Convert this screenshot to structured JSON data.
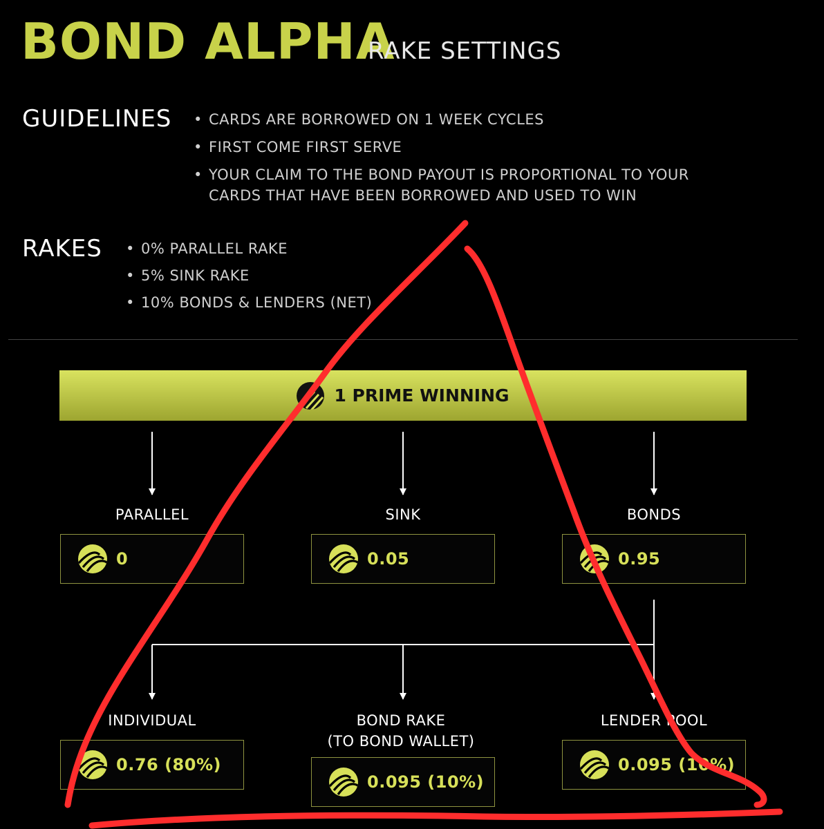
{
  "header": {
    "title": "BOND ALPHA",
    "subtitle": "RAKE SETTINGS"
  },
  "guidelines": {
    "label": "GUIDELINES",
    "items": [
      "CARDS ARE BORROWED ON 1 WEEK CYCLES",
      "FIRST COME FIRST SERVE",
      "YOUR CLAIM TO THE BOND PAYOUT IS PROPORTIONAL TO YOUR CARDS THAT HAVE BEEN BORROWED AND USED TO WIN"
    ]
  },
  "rakes": {
    "label": "RAKES",
    "items": [
      "0% PARALLEL RAKE",
      "5% SINK RAKE",
      "10% BONDS & LENDERS (NET)"
    ]
  },
  "diagram": {
    "top": {
      "label": "1 PRIME WINNING"
    },
    "level1": [
      {
        "label": "PARALLEL",
        "value": "0"
      },
      {
        "label": "SINK",
        "value": "0.05"
      },
      {
        "label": "BONDS",
        "value": "0.95"
      }
    ],
    "level2": [
      {
        "label": "INDIVIDUAL",
        "value": "0.76 (80%)"
      },
      {
        "label": "BOND RAKE",
        "label2": "(TO BOND WALLET)",
        "value": "0.095 (10%)"
      },
      {
        "label": "LENDER POOL",
        "value": "0.095 (10%)"
      }
    ]
  },
  "colors": {
    "accent": "#c8d24a",
    "annotation": "#ff2d2d",
    "background": "#000000"
  },
  "icons": {
    "coin": "prime-coin-icon"
  }
}
